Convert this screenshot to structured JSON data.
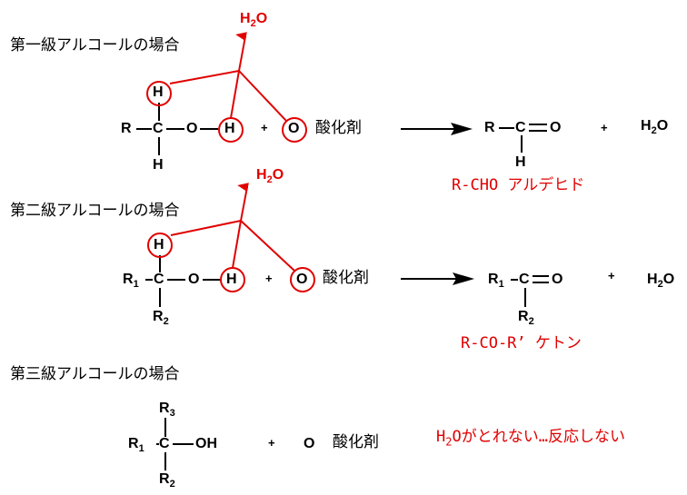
{
  "sections": [
    {
      "heading": "第一級アルコールの場合",
      "reactant": {
        "atoms": [
          "R",
          "C",
          "O",
          "H",
          "H",
          "H"
        ]
      },
      "plus": "+",
      "oxygen": "O",
      "oxidant": "酸化剤",
      "water_top": {
        "H": "H",
        "sub": "2",
        "O": "O"
      },
      "product": {
        "atoms": [
          "R",
          "C",
          "O",
          "H"
        ]
      },
      "plus2": "+",
      "water": {
        "H": "H",
        "sub": "2",
        "O": "O"
      },
      "product_label": "R-CHO アルデヒド"
    },
    {
      "heading": "第二級アルコールの場合",
      "reactant": {
        "R1": "R",
        "R1_sub": "1",
        "C": "C",
        "O": "O",
        "H_top": "H",
        "H_right": "H",
        "R2": "R",
        "R2_sub": "2"
      },
      "plus": "+",
      "oxygen": "O",
      "oxidant": "酸化剤",
      "water_top": {
        "H": "H",
        "sub": "2",
        "O": "O"
      },
      "product": {
        "R1": "R",
        "R1_sub": "1",
        "C": "C",
        "O": "O",
        "R2": "R",
        "R2_sub": "2"
      },
      "plus2": "+",
      "water": {
        "H": "H",
        "sub": "2",
        "O": "O"
      },
      "product_label": "R-CO-R’ ケトン"
    },
    {
      "heading": "第三級アルコールの場合",
      "reactant": {
        "R3": "R",
        "R3_sub": "3",
        "R1": "R",
        "R1_sub": "1",
        "C": "C",
        "OH": "OH",
        "R2": "R",
        "R2_sub": "2"
      },
      "plus": "+",
      "oxygen": "O",
      "oxidant": "酸化剤",
      "result": {
        "H": "H",
        "sub": "2",
        "rest": "Oがとれない…反応しない"
      }
    }
  ],
  "colors": {
    "accent": "#e00000",
    "ink": "#000000"
  }
}
